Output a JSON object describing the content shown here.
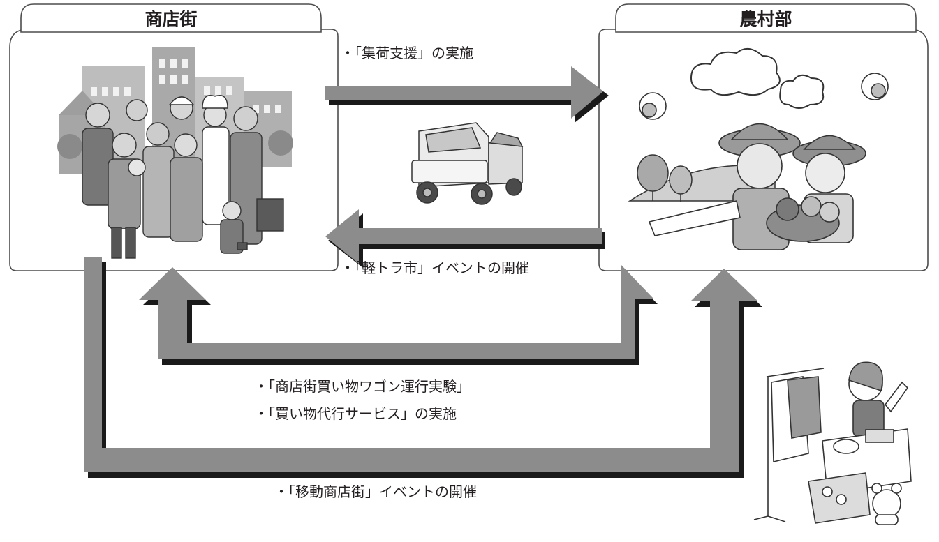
{
  "nodes": {
    "shopping_street": "商店街",
    "rural_area": "農村部"
  },
  "labels": {
    "collection_support": "・「集荷支援」の実施",
    "kei_truck_market": "・「軽トラ市」イベントの開催",
    "wagon_experiment": "・「商店街買い物ワゴン運行実験」",
    "proxy_shopping": "・「買い物代行サービス」の実施",
    "mobile_street": "・「移動商店街」イベントの開催"
  },
  "icons": {
    "people": "crowd-of-merchants-illustration",
    "farm": "farmers-with-vegetables-illustration",
    "truck": "kei-truck-illustration",
    "stall": "vendor-stall-illustration"
  },
  "colors": {
    "arrow": "#8c8c8c",
    "shadow": "#1a1a1a",
    "border": "#4d4d4d",
    "text": "#231f20"
  }
}
